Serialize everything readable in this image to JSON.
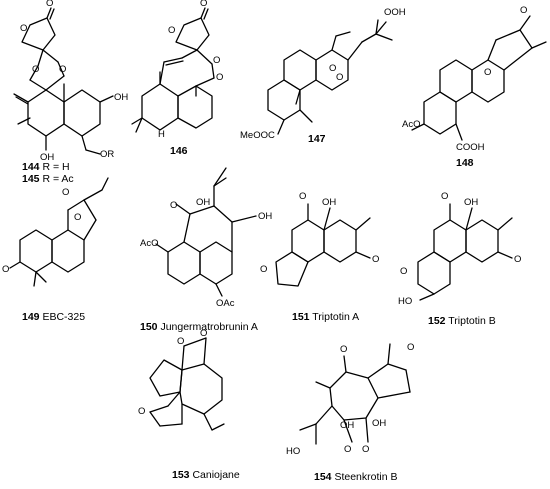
{
  "compounds": [
    {
      "number": "144",
      "rest": " R = H"
    },
    {
      "number": "145",
      "rest": " R = Ac"
    },
    {
      "number": "146",
      "rest": ""
    },
    {
      "number": "147",
      "rest": ""
    },
    {
      "number": "148",
      "rest": ""
    },
    {
      "number": "149",
      "rest": " EBC-325"
    },
    {
      "number": "150",
      "rest": " Jungermatrobrunin A"
    },
    {
      "number": "151",
      "rest": " Triptotin A"
    },
    {
      "number": "152",
      "rest": " Triptotin B"
    },
    {
      "number": "153",
      "rest": " Caniojane"
    },
    {
      "number": "154",
      "rest": " Steenkrotin B"
    }
  ],
  "atoms": {
    "O": "O",
    "OH": "OH",
    "OR": "OR",
    "H": "H",
    "OOH": "OOH",
    "MeOOC": "MeOOC",
    "AcO": "AcO",
    "COOH": "COOH",
    "HO": "HO",
    "OAc": "OAc"
  }
}
